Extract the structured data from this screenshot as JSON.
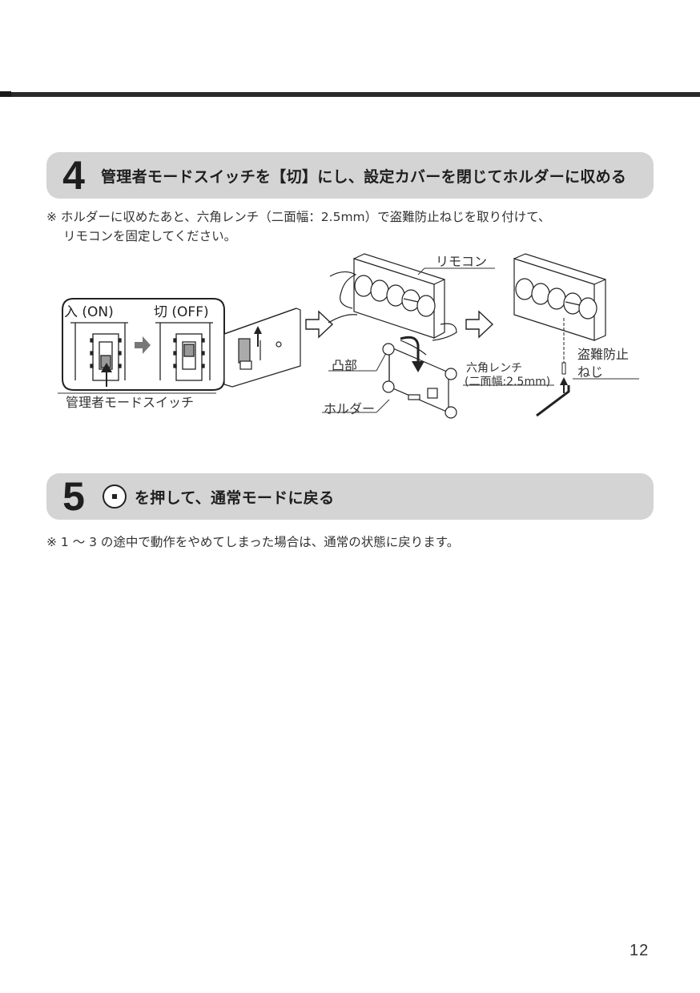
{
  "page": {
    "number": "12"
  },
  "step4": {
    "number": "4",
    "title": "管理者モードスイッチを【切】にし、設定カバーを閉じてホルダーに収める",
    "note_line1": "※ ホルダーに収めたあと、六角レンチ（二面幅：2.5mm）で盗難防止ねじを取り付けて、",
    "note_line2": "リモコンを固定してください。",
    "figure": {
      "switch_on_label": "入 (ON)",
      "switch_off_label": "切 (OFF)",
      "switch_caption": "管理者モードスイッチ",
      "remote_label": "リモコン",
      "boss_label": "凸部",
      "holder_label": "ホルダー",
      "wrench_label_line1": "六角レンチ",
      "wrench_label_line2": "(二面幅:2.5mm)",
      "screw_label_line1": "盗難防止",
      "screw_label_line2": "ねじ"
    }
  },
  "step5": {
    "number": "5",
    "button_icon": "center-dot-button-icon",
    "title": "を押して、通常モードに戻る",
    "note": "※ 1 ～ 3 の途中で動作をやめてしまった場合は、通常の状態に戻ります。"
  }
}
